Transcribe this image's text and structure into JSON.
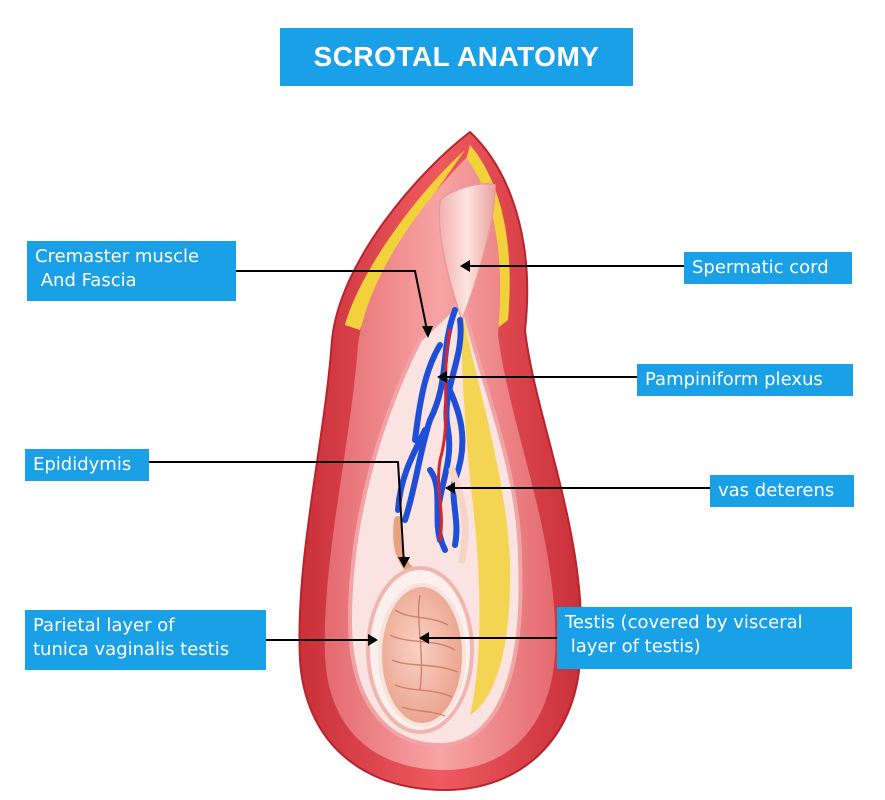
{
  "title": "SCROTAL ANATOMY",
  "labels": {
    "cremaster": "Cremaster muscle\n And Fascia",
    "spermatic_cord": "Spermatic cord",
    "pampiniform": "Pampiniform plexus",
    "epididymis": "Epididymis",
    "vas": "vas deterens",
    "parietal": "Parietal layer of\ntunica vaginalis testis",
    "testis": "Testis (covered by visceral\n layer of testis)"
  },
  "colors": {
    "label_bg": "#1aa0e6",
    "outer_skin": "#e4474f",
    "muscle": "#f07a7e",
    "fat": "#f2d23a",
    "vein": "#1f4fd6",
    "artery": "#d8262b",
    "testis": "#f3b79f"
  }
}
